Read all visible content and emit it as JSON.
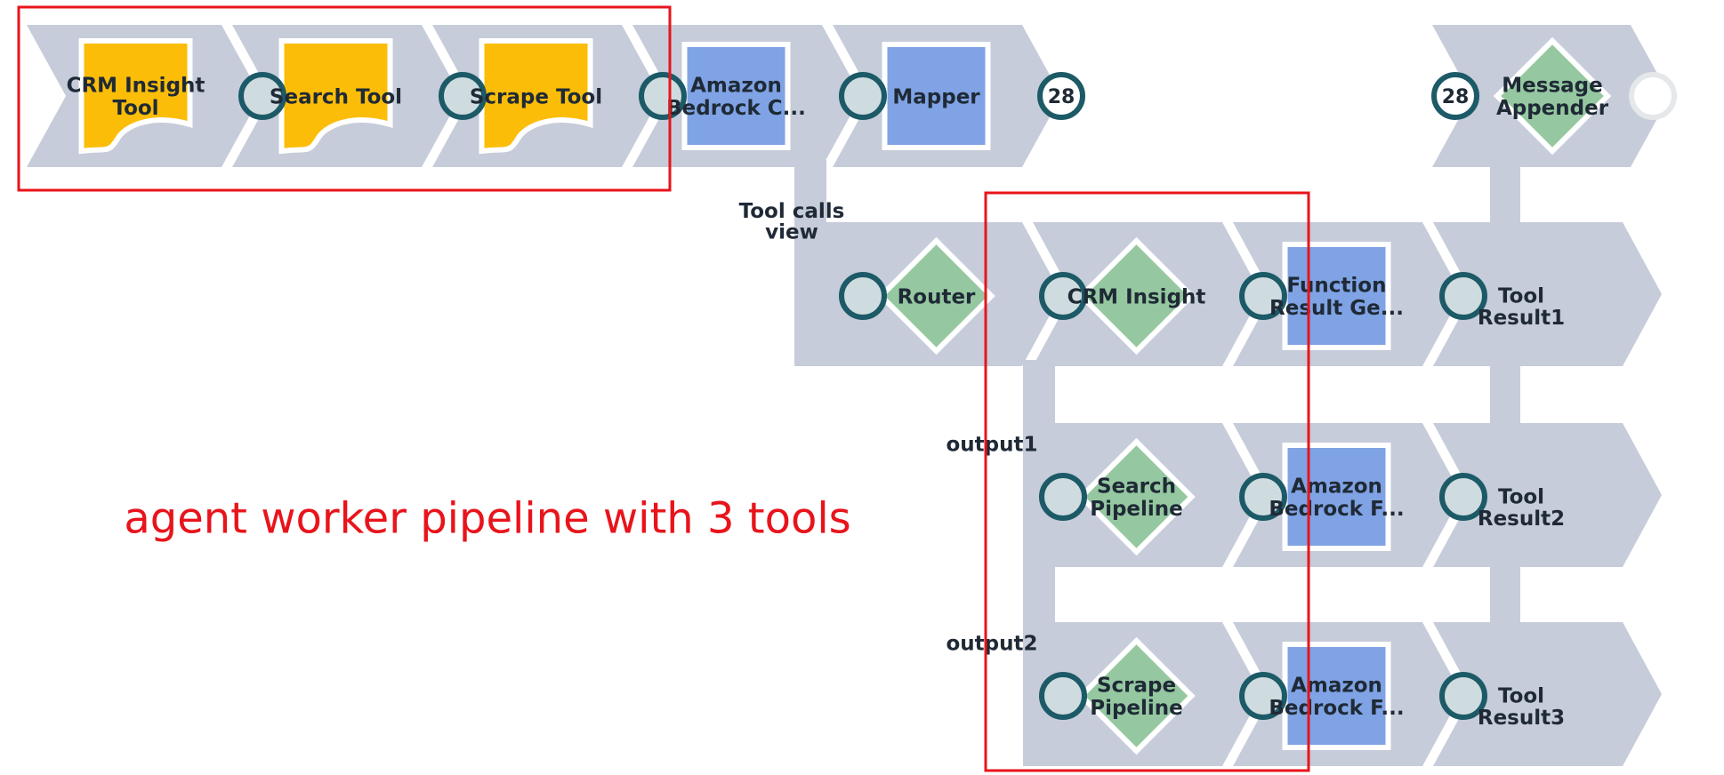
{
  "annotation": {
    "caption": "agent worker pipeline with 3 tools",
    "highlight_color": "#e8141b"
  },
  "colors": {
    "track": "#c6ccd9",
    "tool_snap": "#fbbd08",
    "ai_snap": "#7fa3e4",
    "flow_snap": "#95c8a1",
    "port_ring": "#1d5a67",
    "port_fill": "#cfdcdf",
    "end_port": "#e4e8ea"
  },
  "top_row": {
    "snaps": [
      {
        "label": "CRM Insight\nTool",
        "type": "tool",
        "icon": "document-icon"
      },
      {
        "label": "Search Tool",
        "type": "tool",
        "icon": "document-icon"
      },
      {
        "label": "Scrape Tool",
        "type": "tool",
        "icon": "document-icon"
      },
      {
        "label": "Amazon\nBedrock C...",
        "type": "ai",
        "icon": "square-icon"
      },
      {
        "label": "Mapper",
        "type": "ai",
        "icon": "square-icon"
      }
    ],
    "document_count": "28"
  },
  "right_segment": {
    "document_count": "28",
    "snap": {
      "label": "Message\nAppender",
      "type": "flow",
      "icon": "diamond-icon"
    }
  },
  "branches": [
    {
      "view_label": "Tool calls\nview",
      "snaps": [
        {
          "label": "Router",
          "type": "flow",
          "icon": "diamond-icon"
        },
        {
          "label": "CRM Insight",
          "type": "flow",
          "icon": "diamond-icon"
        },
        {
          "label": "Function\nResult Ge...",
          "type": "ai",
          "icon": "square-icon"
        }
      ],
      "output_label": "Tool\nResult1"
    },
    {
      "view_label": "output1",
      "snaps": [
        {
          "label": "Search\nPipeline",
          "type": "flow",
          "icon": "diamond-icon"
        },
        {
          "label": "Amazon\nBedrock F...",
          "type": "ai",
          "icon": "square-icon"
        }
      ],
      "output_label": "Tool\nResult2"
    },
    {
      "view_label": "output2",
      "snaps": [
        {
          "label": "Scrape\nPipeline",
          "type": "flow",
          "icon": "diamond-icon"
        },
        {
          "label": "Amazon\nBedrock F...",
          "type": "ai",
          "icon": "square-icon"
        }
      ],
      "output_label": "Tool\nResult3"
    }
  ]
}
